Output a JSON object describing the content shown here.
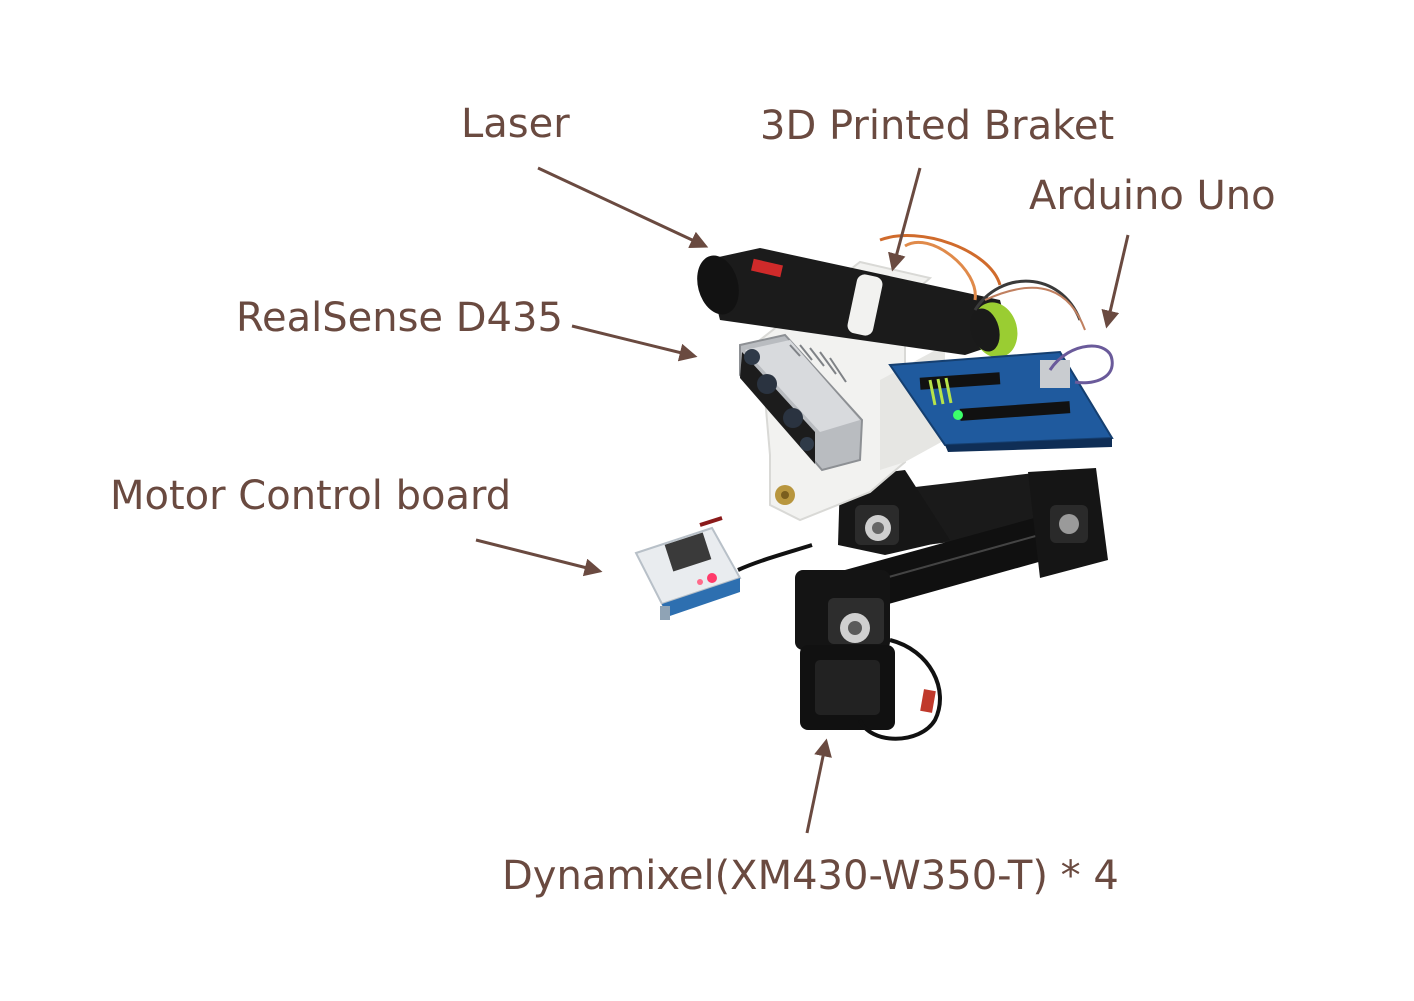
{
  "labels": {
    "laser": "Laser",
    "bracket": "3D Printed Braket",
    "arduino": "Arduino Uno",
    "realsense": "RealSense D435",
    "motor_board": "Motor Control board",
    "dynamixel": "Dynamixel(XM430-W350-T) * 4"
  },
  "colors": {
    "label_text": "#6a4a40",
    "arrow": "#6a4a40",
    "motor_body": "#161616",
    "bracket_white": "#f2f2f0",
    "camera_silver": "#b9bcc0",
    "arduino_blue": "#1f5a9e"
  }
}
